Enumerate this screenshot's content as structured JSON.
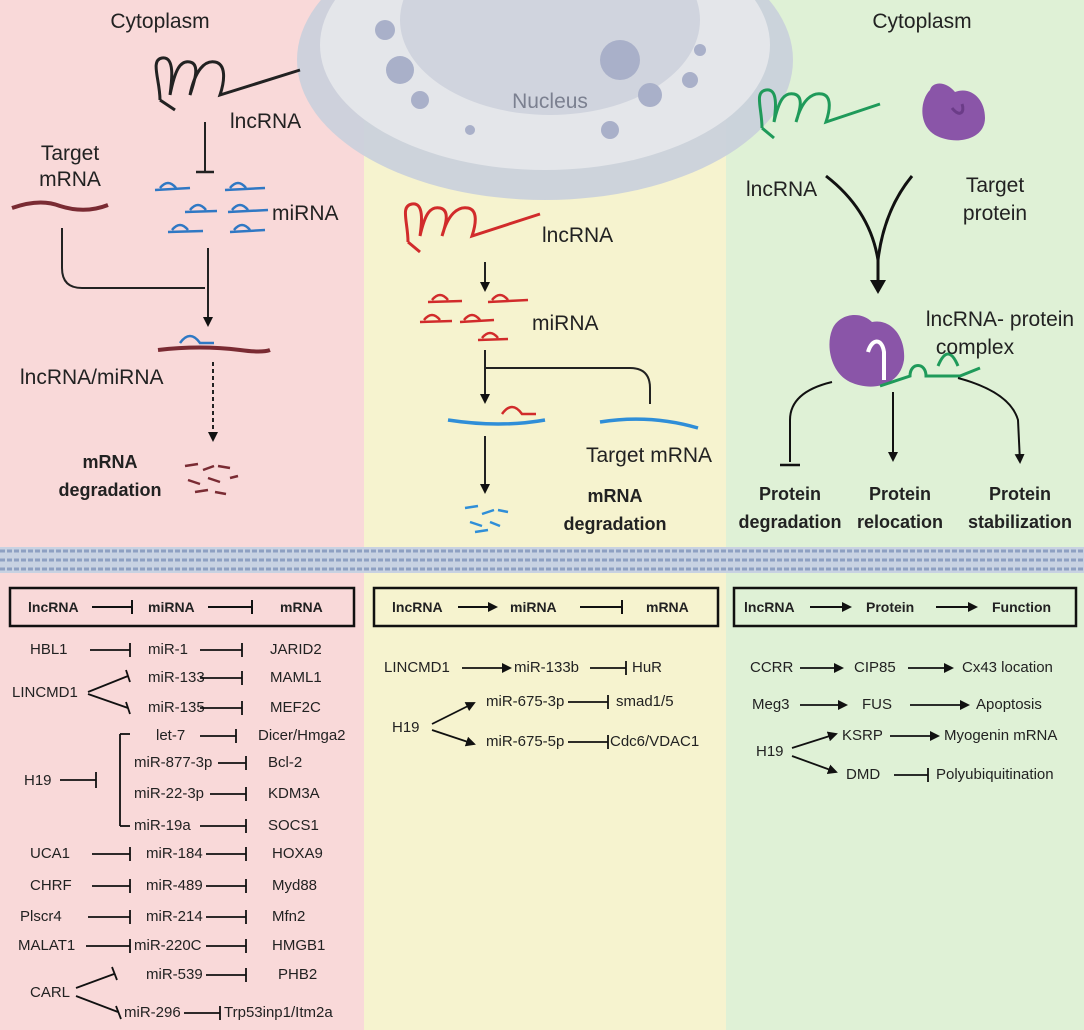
{
  "panels": {
    "left": {
      "title": "Cytoplasm",
      "lncrna": "lncRNA",
      "target_mrna": [
        "Target",
        "mRNA"
      ],
      "mirna": "miRNA",
      "complex": "lncRNA/miRNA",
      "result": [
        "mRNA",
        "degradation"
      ]
    },
    "middle": {
      "title": "Nucleus",
      "lncrna": "lncRNA",
      "mirna": "miRNA",
      "target_mrna": "Target mRNA",
      "result": [
        "mRNA",
        "degradation"
      ]
    },
    "right": {
      "title": "Cytoplasm",
      "lncrna": "lncRNA",
      "target_protein": [
        "Target",
        "protein"
      ],
      "complex": [
        "lncRNA- protein",
        "complex"
      ],
      "outcomes": [
        [
          "Protein",
          "degradation"
        ],
        [
          "Protein",
          "relocation"
        ],
        [
          "Protein",
          "stabilization"
        ]
      ]
    }
  },
  "legend": {
    "left": [
      "lncRNA",
      "miRNA",
      "mRNA"
    ],
    "middle": [
      "lncRNA",
      "miRNA",
      "mRNA"
    ],
    "right": [
      "lncRNA",
      "Protein",
      "Function"
    ]
  },
  "table_left": {
    "rows": [
      [
        "HBL1",
        "miR-1",
        "JARID2"
      ],
      [
        "",
        "miR-133",
        "MAML1"
      ],
      [
        "LINCMD1",
        "",
        ""
      ],
      [
        "",
        "miR-135",
        "MEF2C"
      ],
      [
        "",
        "let-7",
        "Dicer/Hmga2"
      ],
      [
        "",
        "miR-877-3p",
        "Bcl-2"
      ],
      [
        "H19",
        "",
        ""
      ],
      [
        "",
        "miR-22-3p",
        "KDM3A"
      ],
      [
        "",
        "miR-19a",
        "SOCS1"
      ],
      [
        "UCA1",
        "miR-184",
        "HOXA9"
      ],
      [
        "CHRF",
        "miR-489",
        "Myd88"
      ],
      [
        "Plscr4",
        "miR-214",
        "Mfn2"
      ],
      [
        "MALAT1",
        "miR-220C",
        "HMGB1"
      ],
      [
        "",
        "miR-539",
        "PHB2"
      ],
      [
        "CARL",
        "",
        ""
      ],
      [
        "",
        "miR-296",
        "Trp53inp1/Itm2a"
      ]
    ]
  },
  "table_middle": {
    "rows": [
      [
        "LINCMD1",
        "miR-133b",
        "HuR"
      ],
      [
        "",
        "miR-675-3p",
        "smad1/5"
      ],
      [
        "H19",
        "",
        ""
      ],
      [
        "",
        "miR-675-5p",
        "Cdc6/VDAC1"
      ]
    ]
  },
  "table_right": {
    "rows": [
      [
        "CCRR",
        "CIP85",
        "Cx43 location"
      ],
      [
        "Meg3",
        "FUS",
        "Apoptosis"
      ],
      [
        "",
        "KSRP",
        "Myogenin mRNA"
      ],
      [
        "H19",
        "",
        ""
      ],
      [
        "",
        "DMD",
        "Polyubiquitination"
      ]
    ]
  },
  "colors": {
    "left_bg": "#f9d9d9",
    "middle_bg": "#f6f3cf",
    "right_bg": "#dff1d6",
    "nucleus": "#c9cfdc",
    "nucleus_dots": "#a9b0c9",
    "lncrna_left": "#222222",
    "lncrna_middle": "#d12b2b",
    "lncrna_right": "#1f9a5a",
    "mirna_left": "#2f78c4",
    "mirna_middle": "#d12b2b",
    "mrna_left": "#7a2b33",
    "mrna_middle": "#2f8ed8",
    "protein": "#8a55a8",
    "membrane": "#8ea0c2"
  }
}
